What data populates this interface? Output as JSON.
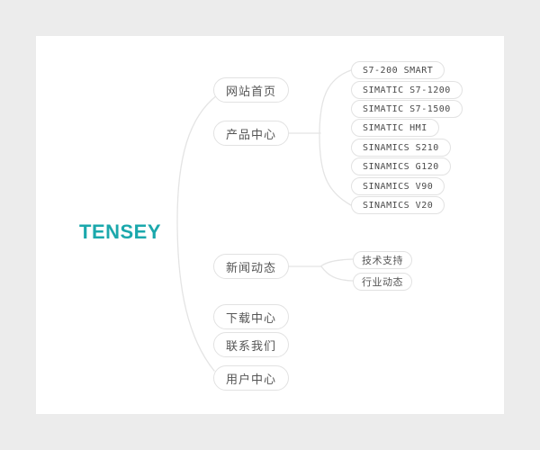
{
  "root": {
    "label": "TENSEY"
  },
  "nav": [
    {
      "label": "网站首页"
    },
    {
      "label": "产品中心"
    },
    {
      "label": "新闻动态"
    },
    {
      "label": "下载中心"
    },
    {
      "label": "联系我们"
    },
    {
      "label": "用户中心"
    }
  ],
  "products": [
    {
      "label": "S7-200 SMART"
    },
    {
      "label": "SIMATIC S7-1200"
    },
    {
      "label": "SIMATIC S7-1500"
    },
    {
      "label": "SIMATIC HMI"
    },
    {
      "label": "SINAMICS S210"
    },
    {
      "label": "SINAMICS G120"
    },
    {
      "label": "SINAMICS V90"
    },
    {
      "label": "SINAMICS V20"
    }
  ],
  "news_children": [
    {
      "label": "技术支持"
    },
    {
      "label": "行业动态"
    }
  ],
  "colors": {
    "brand_teal": "#1ba8ac",
    "pill_border": "#e2e2e2",
    "pill_text": "#555555",
    "connector_line": "#e4e4e4",
    "page_background": "#ececec",
    "card_background": "#ffffff"
  }
}
